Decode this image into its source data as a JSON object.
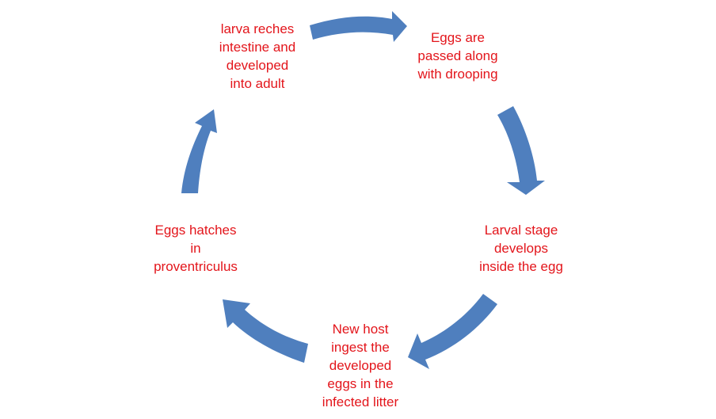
{
  "diagram": {
    "arrow_color": "#4f7fbe",
    "text_color": "#e3151b",
    "stages": [
      {
        "id": "adult",
        "text": "larva reches\nintestine and\ndeveloped\ninto adult"
      },
      {
        "id": "eggs",
        "text": "Eggs are\npassed along\nwith drooping"
      },
      {
        "id": "larval",
        "text": "Larval stage\ndevelops\ninside the egg"
      },
      {
        "id": "host",
        "text": "New host\ningest the\ndeveloped\neggs in the\ninfected litter"
      },
      {
        "id": "hatch",
        "text": "Eggs hatches\nin\nproventriculus"
      }
    ]
  }
}
